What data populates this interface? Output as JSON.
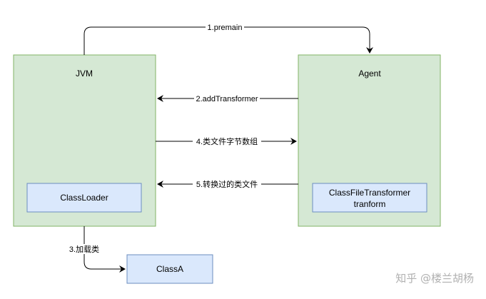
{
  "nodes": {
    "jvm": {
      "label": "JVM"
    },
    "agent": {
      "label": "Agent"
    },
    "classloader": {
      "label": "ClassLoader"
    },
    "transformer": {
      "line1": "ClassFileTransformer",
      "line2": "tranform"
    },
    "classa": {
      "label": "ClassA"
    }
  },
  "edges": {
    "premain": {
      "label": "1.premain"
    },
    "add_transformer": {
      "label": "2.addTransformer"
    },
    "load_class": {
      "label": "3.加载类"
    },
    "class_bytes": {
      "label": "4.类文件字节数组"
    },
    "transformed_class": {
      "label": "5.转换过的类文件"
    }
  },
  "watermark": {
    "text": "知乎 @楼兰胡杨"
  },
  "colors": {
    "outer_fill": "#d5e8d4",
    "outer_stroke": "#82b366",
    "inner_fill": "#dae8fc",
    "inner_stroke": "#6c8ebf"
  }
}
